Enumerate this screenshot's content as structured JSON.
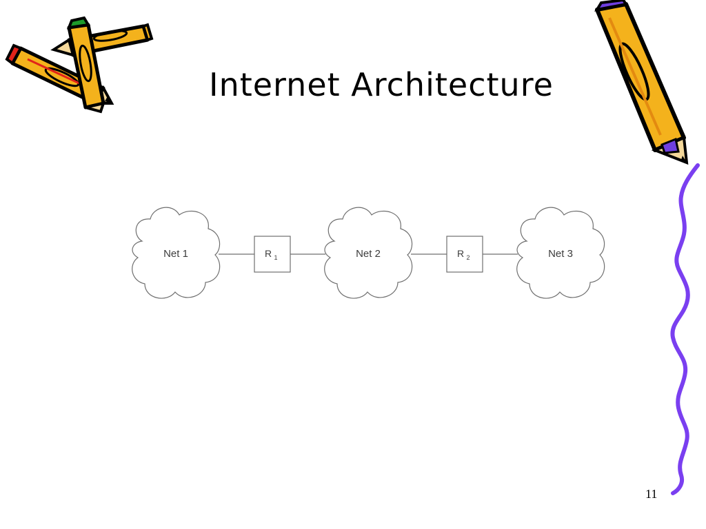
{
  "slide": {
    "title": "Internet Architecture",
    "page_number": "11"
  },
  "diagram": {
    "networks": [
      {
        "label": "Net 1"
      },
      {
        "label": "Net 2"
      },
      {
        "label": "Net 3"
      }
    ],
    "routers": [
      {
        "label": "R",
        "subscript": "1"
      },
      {
        "label": "R",
        "subscript": "2"
      }
    ]
  },
  "colors": {
    "pencil_body": "#f4b21c",
    "pencil_outline": "#000000",
    "eraser_red": "#e2231a",
    "eraser_green": "#1e9a2a",
    "eraser_purple": "#6f3fe0",
    "wavy_line": "#7a3ff0",
    "diagram_stroke": "#6e6e6e"
  }
}
